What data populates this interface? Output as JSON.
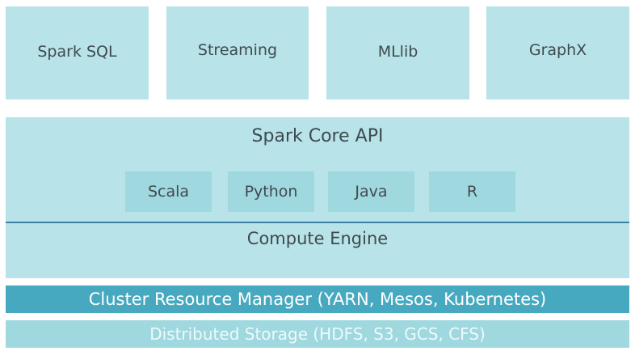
{
  "libraries": {
    "spark_sql": "Spark SQL",
    "streaming": "Streaming",
    "mllib": "MLlib",
    "graphx": "GraphX"
  },
  "core": {
    "title": "Spark Core API",
    "languages": {
      "scala": "Scala",
      "python": "Python",
      "java": "Java",
      "r": "R"
    },
    "engine": "Compute Engine"
  },
  "cluster_manager": "Cluster Resource Manager (YARN, Mesos, Kubernetes)",
  "storage": "Distributed Storage (HDFS, S3, GCS, CFS)",
  "colors": {
    "light_box": "#b7e3e9",
    "language_box": "#a0d8df",
    "cluster_manager_bar": "#47a9bf",
    "storage_bar": "#9fd8df",
    "divider_line": "#3d7fa5",
    "text": "#3f4a4e"
  }
}
